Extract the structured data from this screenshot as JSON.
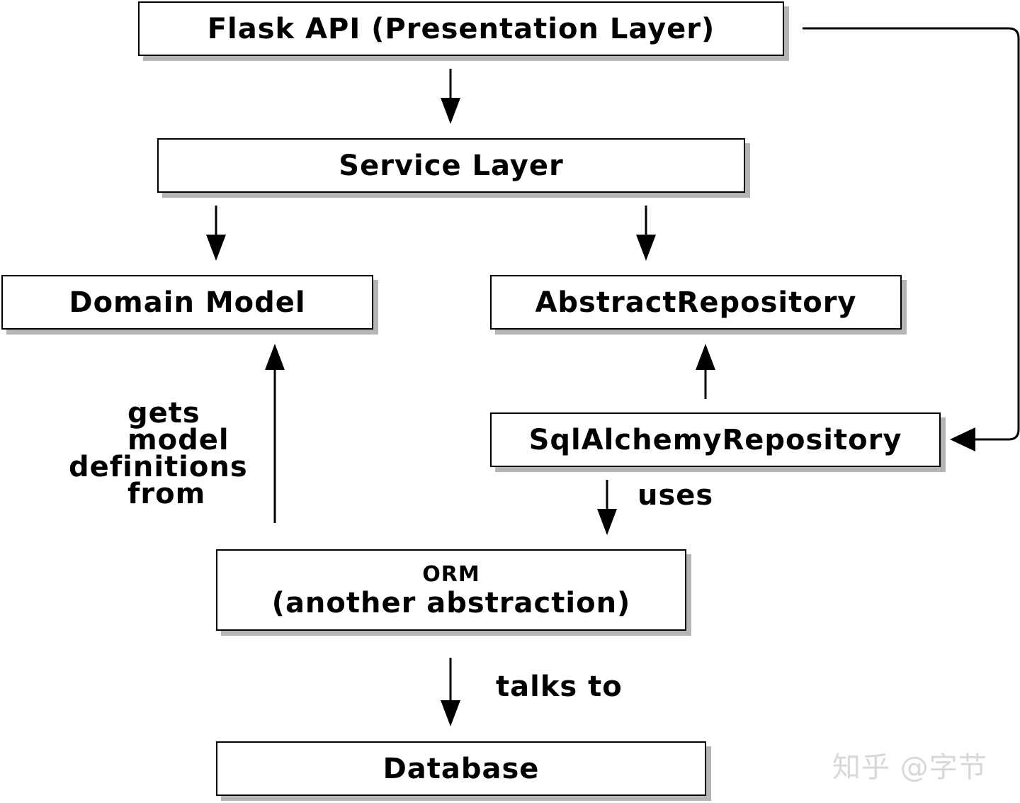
{
  "nodes": {
    "flask_api": "Flask API (Presentation Layer)",
    "service_layer": "Service Layer",
    "domain_model": "Domain Model",
    "abstract_repository": "AbstractRepository",
    "sqlalchemy_repository": "SqlAlchemyRepository",
    "orm_title": "ORM",
    "orm_subtitle": "(another abstraction)",
    "database": "Database"
  },
  "edge_labels": {
    "gets_line1": "gets",
    "gets_line2": "model",
    "gets_line3": "definitions",
    "gets_line4": "from",
    "uses": "uses",
    "talks_to": "talks to"
  },
  "watermark": "知乎 @字节",
  "colors": {
    "stroke": "#000000",
    "shadow": "#b5b5b5",
    "watermark": "#d8d8d8"
  }
}
